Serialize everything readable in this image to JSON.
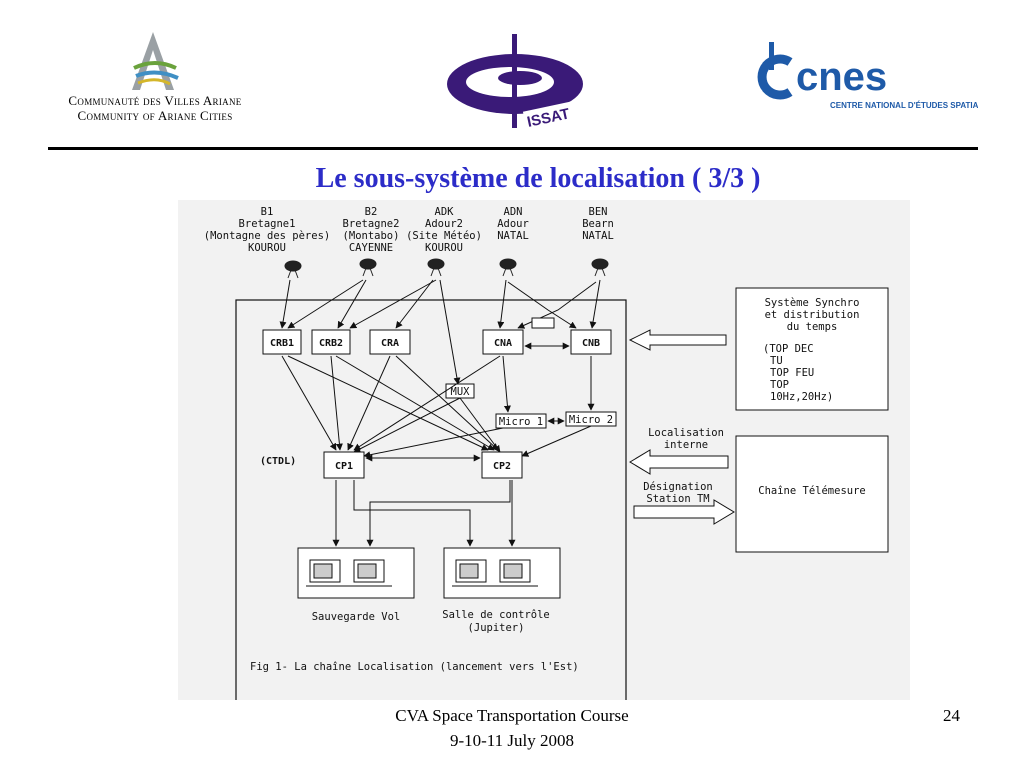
{
  "header": {
    "cva": {
      "line1": "Communauté des Villes Ariane",
      "line2": "Community of Ariane Cities"
    },
    "issat": {
      "text": "ISSAT"
    },
    "cnes": {
      "wordmark": "cnes",
      "subtitle": "CENTRE NATIONAL D'ÉTUDES SPATIALES"
    }
  },
  "title": "Le sous-système de localisation ( 3/3 )",
  "diagram": {
    "stations": [
      {
        "code": "B1",
        "name": "Bretagne1",
        "site": "(Montagne des pères)",
        "city": "KOUROU"
      },
      {
        "code": "B2",
        "name": "Bretagne2",
        "site": "(Montabo)",
        "city": "CAYENNE"
      },
      {
        "code": "ADK",
        "name": "Adour2",
        "site": "(Site Météo)",
        "city": "KOUROU"
      },
      {
        "code": "ADN",
        "name": "Adour",
        "site": "NATAL",
        "city": ""
      },
      {
        "code": "BEN",
        "name": "Bearn",
        "site": "NATAL",
        "city": ""
      }
    ],
    "boxes": {
      "crb1": "CRB1",
      "crb2": "CRB2",
      "cra": "CRA",
      "cna": "CNA",
      "cnb": "CNB",
      "mux": "MUX",
      "micro1": "Micro 1",
      "micro2": "Micro 2",
      "cp1": "CP1",
      "cp2": "CP2",
      "ctdl": "(CTDL)"
    },
    "synchro": {
      "lines": [
        "Système Synchro",
        "et distribution",
        "du temps"
      ],
      "signals": [
        "(TOP DEC",
        "TU",
        "TOP FEU",
        "TOP",
        "10Hz,20Hz)"
      ]
    },
    "loc_interne": [
      "Localisation",
      "interne"
    ],
    "designation": [
      "Désignation",
      "Station TM"
    ],
    "telemesure": "Chaîne Télémesure",
    "sauvegarde": "Sauvegarde Vol",
    "salle": [
      "Salle de contrôle",
      "(Jupiter)"
    ],
    "caption": "Fig 1-  La chaîne Localisation (lancement vers l'Est)"
  },
  "footer": {
    "course": "CVA Space Transportation Course",
    "dates": "9-10-11 July 2008",
    "page": "24"
  },
  "colors": {
    "title": "#2c2cc8",
    "issat_purple": "#3a1a78",
    "cnes_blue": "#1e5aa8",
    "cva_green": "#5a8a3a"
  }
}
